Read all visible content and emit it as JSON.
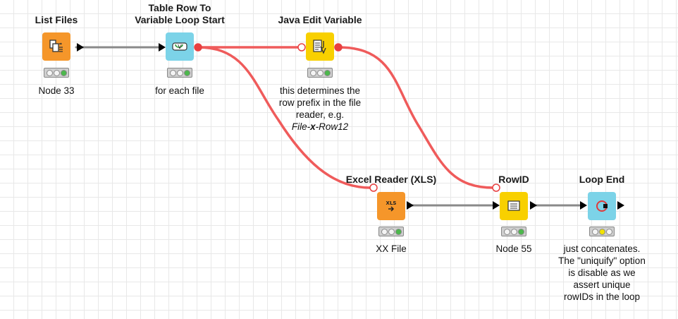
{
  "nodes": [
    {
      "id": "list-files",
      "title_lines": [
        "List Files"
      ],
      "label_lines": [
        "Node 33"
      ],
      "color": "#f5962a",
      "icon": "files-icon",
      "status": [
        "off",
        "off",
        "green"
      ]
    },
    {
      "id": "table-row-loop",
      "title_lines": [
        "Table Row To",
        "Variable Loop Start"
      ],
      "label_lines": [
        "for each file"
      ],
      "color": "#7cd3e8",
      "icon": "loop-start-icon",
      "status": [
        "off",
        "off",
        "green"
      ]
    },
    {
      "id": "java-edit-variable",
      "title_lines": [
        "Java Edit Variable"
      ],
      "label_lines": [
        "this determines the",
        "row prefix in the file",
        "reader, e.g.",
        "File-x-Row12"
      ],
      "color": "#f8d000",
      "icon": "java-variable-icon",
      "status": [
        "off",
        "off",
        "green"
      ]
    },
    {
      "id": "excel-reader",
      "title_lines": [
        "Excel Reader (XLS)"
      ],
      "label_lines": [
        "XX File"
      ],
      "color": "#f5962a",
      "icon": "xls-icon",
      "status": [
        "off",
        "off",
        "green"
      ]
    },
    {
      "id": "rowid",
      "title_lines": [
        "RowID"
      ],
      "label_lines": [
        "Node 55"
      ],
      "color": "#f8d000",
      "icon": "rowid-icon",
      "status": [
        "off",
        "off",
        "green"
      ]
    },
    {
      "id": "loop-end",
      "title_lines": [
        "Loop End"
      ],
      "label_lines": [
        "just concatenates.",
        "The \"uniquify\" option",
        "is disable as we",
        "assert unique",
        "rowIDs in the loop"
      ],
      "color": "#7cd3e8",
      "icon": "loop-end-icon",
      "status": [
        "off",
        "yellow",
        "off"
      ]
    }
  ],
  "annotation_parts": {
    "prefix": "File-",
    "x": "x",
    "suffix": "-Row12"
  },
  "colors": {
    "data_port": "#000000",
    "variable_port": "#e84040",
    "data_wire": "#8a8a8a",
    "variable_wire": "#ef5b5b",
    "status_green": "#4cb84c",
    "status_yellow": "#f2e200",
    "status_off": "#f4f4f4"
  }
}
